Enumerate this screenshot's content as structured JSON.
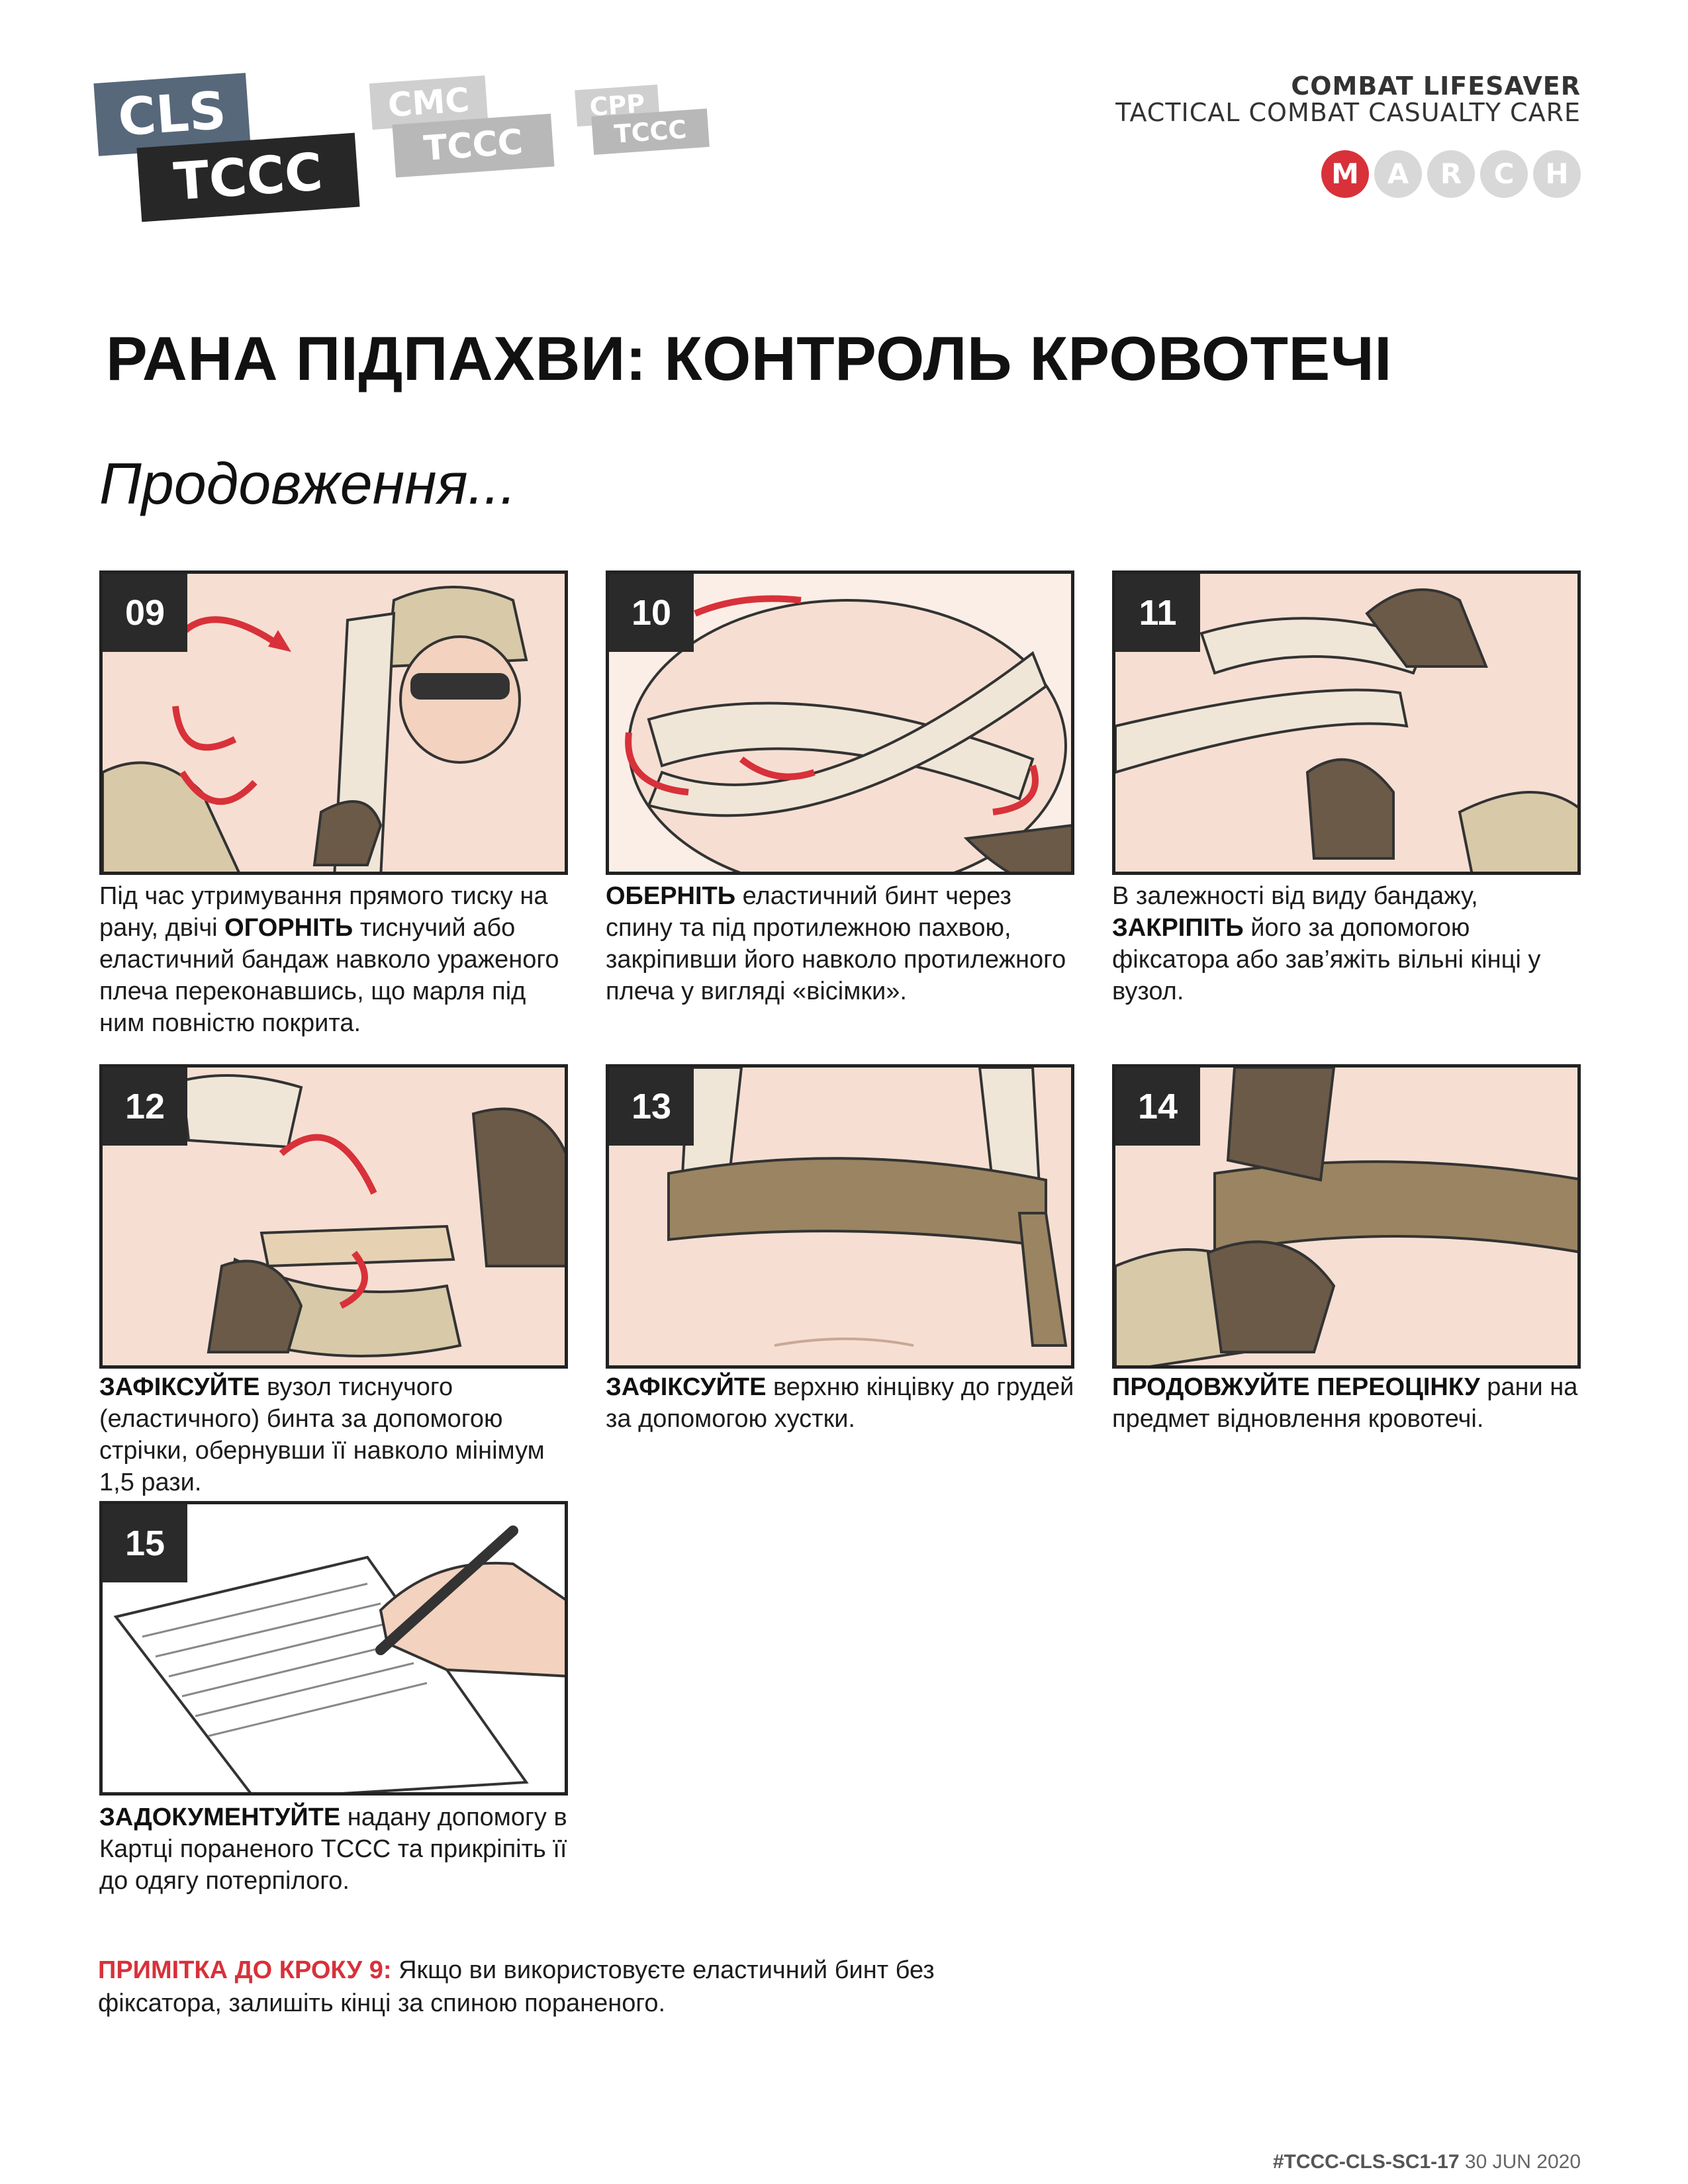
{
  "logos": {
    "cls": "CLS",
    "tccc_main": "TCCC",
    "cmc": "CMC",
    "tccc_cmc": "TCCC",
    "cpp": "CPP",
    "tccc_cpp": "TCCC"
  },
  "header": {
    "line1": "COMBAT LIFESAVER",
    "line2": "TACTICAL COMBAT CASUALTY CARE",
    "march": [
      "M",
      "A",
      "R",
      "C",
      "H"
    ],
    "march_active_index": 0
  },
  "title": "РАНА ПІДПАХВИ: КОНТРОЛЬ КРОВОТЕЧІ",
  "subtitle": "Продовження...",
  "steps": [
    {
      "num": "09",
      "bold": "ОГОРНІТЬ",
      "pre": "Під час утримування прямого тиску на рану, двічі ",
      "post": " тиснучий або еластичний бандаж навколо ураженого плеча переконавшись, що марля під ним повністю покрита."
    },
    {
      "num": "10",
      "bold": "ОБЕРНІТЬ",
      "pre": "",
      "post": " еластичний бинт через спину та під протилежною пахвою, закріпивши його навколо протилежного плеча у вигляді «вісімки»."
    },
    {
      "num": "11",
      "bold": "ЗАКРІПІТЬ",
      "pre": "В залежності від виду бандажу, ",
      "post": " його за допомогою фіксатора або зав’яжіть вільні кінці у вузол."
    },
    {
      "num": "12",
      "bold": "ЗАФІКСУЙТЕ",
      "pre": "",
      "post": " вузол тиснучого (еластичного) бинта за допомогою стрічки, обернувши її навколо мінімум 1,5 рази."
    },
    {
      "num": "13",
      "bold": "ЗАФІКСУЙТЕ",
      "pre": "",
      "post": " верхню кінцівку до грудей за допомогою хустки."
    },
    {
      "num": "14",
      "bold": "ПРОДОВЖУЙТЕ ПЕРЕОЦІНКУ",
      "pre": "",
      "post": " рани на предмет відновлення кровотечі."
    },
    {
      "num": "15",
      "bold": "ЗАДОКУМЕНТУЙТЕ",
      "pre": "",
      "post": " надану допомогу в Картці пораненого TCCC та прикріпіть її до одягу потерпілого."
    }
  ],
  "note": {
    "label": "ПРИМІТКА ДО КРОКУ 9:",
    "text": "Якщо ви використовуєте еластичний бинт без фіксатора, залишіть кінці за спиною пораненого."
  },
  "footer": {
    "code": "#TCCC-CLS-SC1-17",
    "date": "30 JUN 2020"
  },
  "colors": {
    "accent_red": "#d8313a",
    "skin": "#f6dfd2",
    "bandage": "#efe6d8",
    "cravat": "#9b8462",
    "glove": "#6b5a48",
    "number_box": "#2a2a2a"
  }
}
